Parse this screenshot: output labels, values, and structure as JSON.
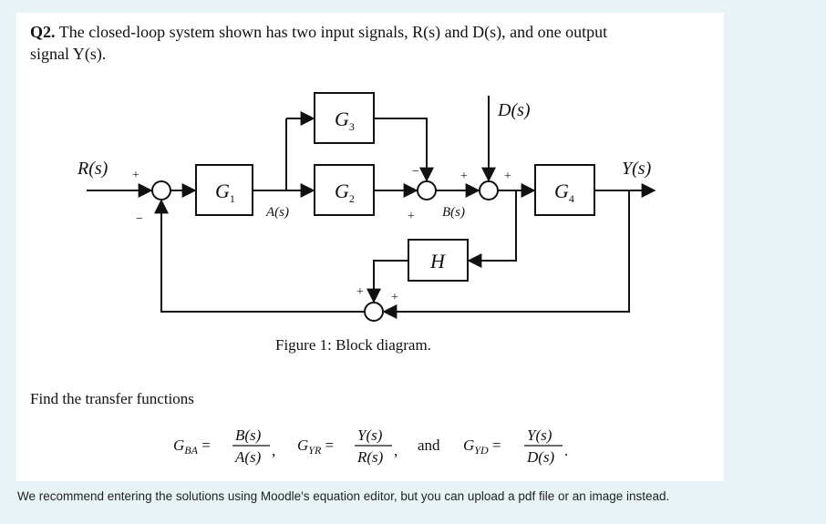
{
  "question": {
    "number": "Q2.",
    "line1": "The closed-loop system shown has two input signals, R(s) and D(s), and one output",
    "line2": "signal Y(s)."
  },
  "diagram": {
    "blocks": {
      "g1": "G",
      "g1_sub": "1",
      "g2": "G",
      "g2_sub": "2",
      "g3": "G",
      "g3_sub": "3",
      "g4": "G",
      "g4_sub": "4",
      "h": "H"
    },
    "signals": {
      "r": "R(s)",
      "d": "D(s)",
      "y": "Y(s)",
      "a": "A(s)",
      "b": "B(s)"
    },
    "signs": {
      "plus": "+",
      "minus": "−"
    }
  },
  "caption": "Figure 1: Block diagram.",
  "find_text": "Find the transfer functions",
  "equations": {
    "gba_lhs": "G",
    "gba_sub": "BA",
    "gba_num": "B(s)",
    "gba_den": "A(s)",
    "gyr_lhs": "G",
    "gyr_sub": "YR",
    "gyr_num": "Y(s)",
    "gyr_den": "R(s)",
    "and": "and",
    "gyd_lhs": "G",
    "gyd_sub": "YD",
    "gyd_num": "Y(s)",
    "gyd_den": "D(s)"
  },
  "footer_note": "We recommend entering the solutions using Moodle's equation editor, but you can upload a pdf file or an image instead."
}
